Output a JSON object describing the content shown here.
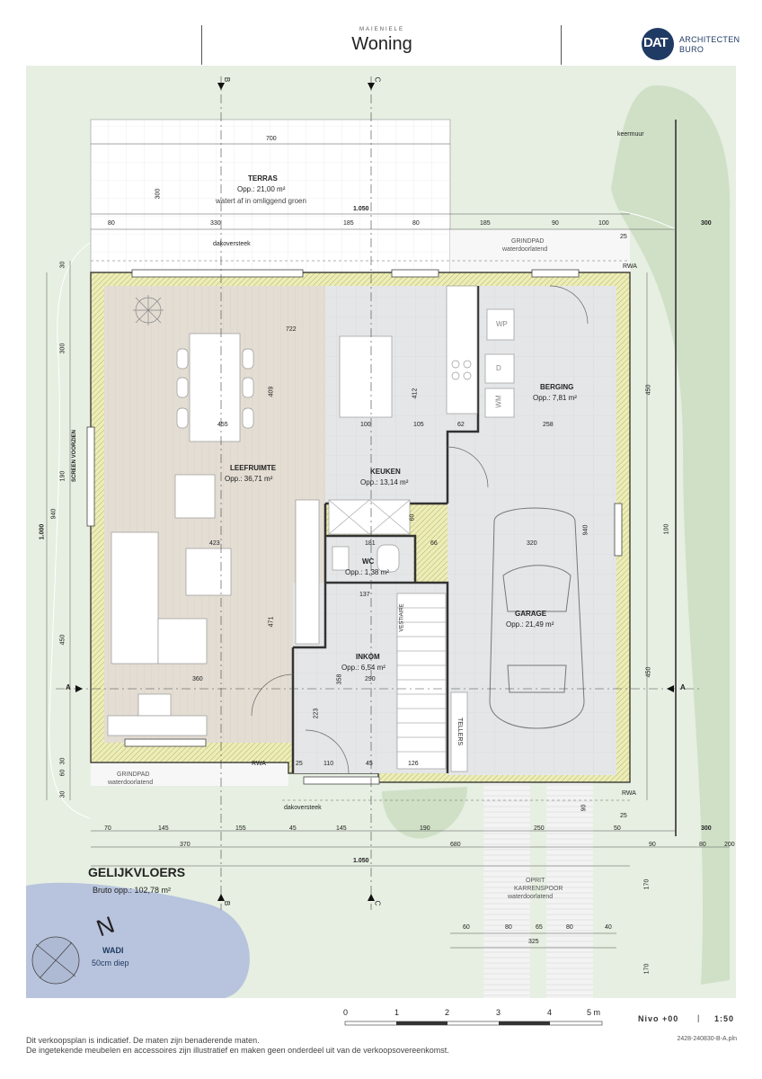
{
  "header": {
    "project_small": "MAIENIELE",
    "project_title": "Woning",
    "brand_line1": "ARCHITECTEN",
    "brand_line2": "BURO",
    "logo_text": "DAT",
    "logo_color": "#1f3a63"
  },
  "plan": {
    "floor_title": "GELIJKVLOERS",
    "bruto": "Bruto opp.: 102,78 m²",
    "section_marks": [
      "B",
      "C",
      "A"
    ],
    "north": "N",
    "rooms": {
      "terras": {
        "name": "TERRAS",
        "area": "Opp.: 21,00 m²",
        "note": "watert af in omliggend groen"
      },
      "leefruimte": {
        "name": "LEEFRUIMTE",
        "area": "Opp.: 36,71 m²"
      },
      "keuken": {
        "name": "KEUKEN",
        "area": "Opp.: 13,14 m²"
      },
      "berging": {
        "name": "BERGING",
        "area": "Opp.: 7,81 m²"
      },
      "wc": {
        "name": "WC",
        "area": "Opp.: 1,38 m²"
      },
      "inkom": {
        "name": "INKOM",
        "area": "Opp.: 6,54 m²"
      },
      "garage": {
        "name": "GARAGE",
        "area": "Opp.: 21,49 m²"
      }
    },
    "labels": {
      "keermuur": "keermuur",
      "dakoversteek": "dakoversteek",
      "grindpad": "GRINDPAD",
      "waterdoorlatend": "waterdoorlatend",
      "rwa": "RWA",
      "screen": "SCREEN VOORZIEN",
      "vestiaire": "VESTIAIRE",
      "tellers": "TELLERS",
      "oprit": "OPRIT",
      "karrenspoor": "KARRENSPOOR",
      "wadi": "WADI",
      "wadi_depth": "50cm diep",
      "wp": "WP",
      "d": "D",
      "wm": "WM"
    },
    "dims": {
      "d700": "700",
      "d300": "300",
      "d1050": "1.050",
      "d80": "80",
      "d330": "330",
      "d185": "185",
      "d90": "90",
      "d100": "100",
      "d25": "25",
      "d722": "722",
      "d409": "409",
      "d412": "412",
      "d455": "455",
      "d105": "105",
      "d62": "62",
      "d258": "258",
      "d450": "450",
      "d190": "190",
      "d940": "940",
      "d1000": "1.000",
      "d423": "423",
      "d181": "181",
      "d66": "66",
      "d320": "320",
      "d471": "471",
      "d137": "137",
      "d358": "358",
      "d290": "290",
      "d360": "360",
      "d223": "223",
      "d110": "110",
      "d45": "45",
      "d126": "126",
      "d30": "30",
      "d60": "60",
      "d70": "70",
      "d145": "145",
      "d155": "155",
      "d250": "250",
      "d50": "50",
      "d370": "370",
      "d680": "680",
      "d200": "200",
      "d170": "170",
      "d65": "65",
      "d40": "40",
      "d325": "325"
    }
  },
  "scale_bar": {
    "ticks": [
      "0",
      "1",
      "2",
      "3",
      "4",
      "5 m"
    ]
  },
  "title_block": {
    "nivo": "Nivo +00",
    "separator": "|",
    "scale": "1:50"
  },
  "footer": {
    "line1": "Dit verkoopsplan is indicatief. De maten zijn benaderende maten.",
    "line2": "De ingetekende meubelen en accessoires zijn illustratief en maken geen onderdeel uit van de verkoopsovereenkomst.",
    "ref": "2428-240830-B-A.pln"
  },
  "colors": {
    "grass": "#e6efe1",
    "green": "#cfe0c7",
    "wadi": "#b8c4dd",
    "wood": "#e3ddd3",
    "tile": "#e4e6e7",
    "insulation": "#ecedb8"
  }
}
